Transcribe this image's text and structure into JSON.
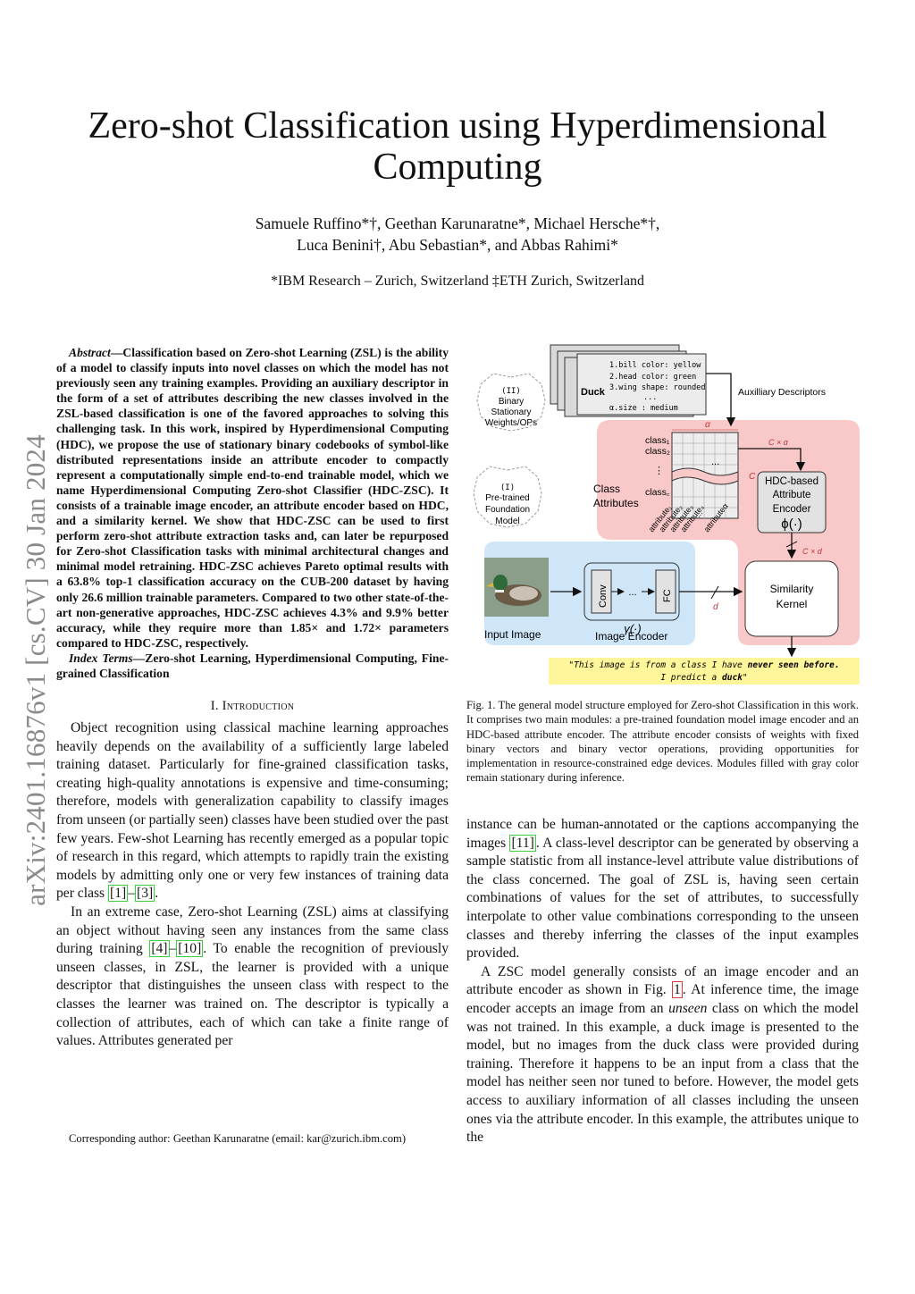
{
  "side_identifier": "arXiv:2401.16876v1  [cs.CV]  30 Jan 2024",
  "title_line1": "Zero-shot Classification using Hyperdimensional",
  "title_line2": "Computing",
  "authors_line1": "Samuele Ruffino*†, Geethan Karunaratne*, Michael Hersche*†,",
  "authors_line2": "Luca Benini†, Abu Sebastian*, and Abbas Rahimi*",
  "affiliation": "*IBM Research – Zurich, Switzerland ‡ETH Zurich, Switzerland",
  "abstract_label": "Abstract",
  "abstract_text": "—Classification based on Zero-shot Learning (ZSL) is the ability of a model to classify inputs into novel classes on which the model has not previously seen any training examples. Providing an auxiliary descriptor in the form of a set of attributes describing the new classes involved in the ZSL-based classification is one of the favored approaches to solving this challenging task. In this work, inspired by Hyperdimensional Computing (HDC), we propose the use of stationary binary codebooks of symbol-like distributed representations inside an attribute encoder to compactly represent a computationally simple end-to-end trainable model, which we name Hyperdimensional Computing Zero-shot Classifier (HDC-ZSC). It consists of a trainable image encoder, an attribute encoder based on HDC, and a similarity kernel. We show that HDC-ZSC can be used to first perform zero-shot attribute extraction tasks and, can later be repurposed for Zero-shot Classification tasks with minimal architectural changes and minimal model retraining. HDC-ZSC achieves Pareto optimal results with a 63.8% top-1 classification accuracy on the CUB-200 dataset by having only 26.6 million trainable parameters. Compared to two other state-of-the-art non-generative approaches, HDC-ZSC achieves 4.3% and 9.9% better accuracy, while they require more than 1.85× and 1.72× parameters compared to HDC-ZSC, respectively.",
  "index_label": "Index Terms",
  "index_text": "—Zero-shot Learning, Hyperdimensional Computing, Fine-grained Classification",
  "section_heading": "I. Introduction",
  "intro_p1_a": "Object recognition using classical machine learning approaches heavily depends on the availability of a sufficiently large labeled training dataset. Particularly for fine-grained classification tasks, creating high-quality annotations is expensive and time-consuming; therefore, models with generalization capability to classify images from unseen (or partially seen) classes have been studied over the past few years. Few-shot Learning has recently emerged as a popular topic of research in this regard, which attempts to rapidly train the existing models by admitting only one or very few instances of training data per class ",
  "ref_1": "[1]",
  "dash": "–",
  "ref_3": "[3]",
  "period": ".",
  "intro_p2_a": "In an extreme case, Zero-shot Learning (ZSL) aims at classifying an object without having seen any instances from the same class during training ",
  "ref_4": "[4]",
  "ref_10": "[10]",
  "intro_p2_b": ". To enable the recognition of previously unseen classes, in ZSL, the learner is provided with a unique descriptor that distinguishes the unseen class with respect to the classes the learner was trained on. The descriptor is typically a collection of attributes, each of which can take a finite range of values. Attributes generated per",
  "footnote": "Corresponding author: Geethan Karunaratne (email: kar@zurich.ibm.com)",
  "right_p1_a": "instance can be human-annotated or the captions accompanying the images ",
  "ref_11": "[11]",
  "right_p1_b": ". A class-level descriptor can be generated by observing a sample statistic from all instance-level attribute value distributions of the class concerned. The goal of ZSL is, having seen certain combinations of values for the set of attributes, to successfully interpolate to other value combinations corresponding to the unseen classes and thereby inferring the classes of the input examples provided.",
  "right_p2_a": "A ZSC model generally consists of an image encoder and an attribute encoder as shown in Fig. ",
  "fig_ref": "1",
  "right_p2_b": ". At inference time, the image encoder accepts an image from an ",
  "unseen_word": "unseen",
  "right_p2_c": " class on which the model was not trained. In this example, a duck image is presented to the model, but no images from the duck class were provided during training. Therefore it happens to be an input from a class that the model has neither seen nor tuned to before. However, the model gets access to auxiliary information of all classes including the unseen ones via the attribute encoder. In this example, the attributes unique to the",
  "figure": {
    "aux_lines": [
      "1.bill color: yellow",
      "2.head color: green",
      "3.wing shape: rounded",
      "...",
      "α.size       : medium"
    ],
    "duck_label": "Duck",
    "aux_title": "Auxilliary Descriptors",
    "stationary_label": [
      "(II)",
      "Binary",
      "Stationary",
      "Weights/OPs"
    ],
    "pretrained_label": [
      "(I)",
      "Pre-trained",
      "Foundation",
      "Model"
    ],
    "alpha": "α",
    "c_alpha": "C × α",
    "c_d": "C × d",
    "c_letter": "C",
    "d_letter": "d",
    "class1": "class₁",
    "class2": "class₂",
    "classc": "class꜀",
    "vdots": "⋮",
    "dots": "...",
    "class_attributes": [
      "Class",
      "Attributes"
    ],
    "attribute_labels": [
      "attribute₁",
      "attribute₂",
      "attribute₃",
      "attribute₄",
      "...",
      "attributeα"
    ],
    "hdc_label": [
      "HDC-based",
      "Attribute",
      "Encoder",
      "ϕ(·)"
    ],
    "similarity_label": [
      "Similarity",
      "Kernel"
    ],
    "input_image": "Input Image",
    "conv": "Conv",
    "fc": "FC",
    "gamma": "γ(·)",
    "image_encoder": "Image Encoder",
    "output_line1_a": "\"This image is from a class I have ",
    "output_line1_b": "never seen before.",
    "output_line2_a": "I predict a ",
    "output_line2_b": "duck",
    "output_line2_c": "\"",
    "colors": {
      "pink": "#f9c9c9",
      "blue": "#cfe6f8",
      "yellow": "#fff59a",
      "gray": "#d9d9d9"
    }
  },
  "caption": "Fig. 1.  The general model structure employed for Zero-shot Classification in this work. It comprises two main modules: a pre-trained foundation model image encoder and an HDC-based attribute encoder. The attribute encoder consists of weights with fixed binary vectors and binary vector operations, providing opportunities for implementation in resource-constrained edge devices. Modules filled with gray color remain stationary during inference."
}
